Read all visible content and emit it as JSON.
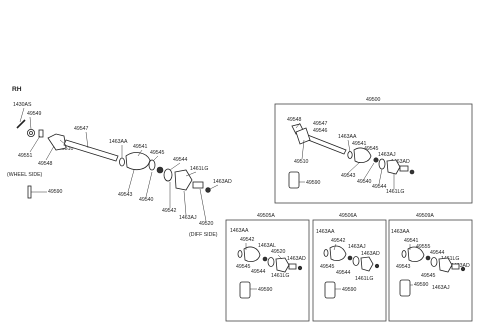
{
  "diagram": {
    "side_label": "RH",
    "main_labels": {
      "l1430as": "1430AS",
      "l49549": "49549",
      "l49551": "49551",
      "l49548": "49548",
      "l49510": "49510",
      "l49547": "49547",
      "l1463aa": "1463AA",
      "l49541": "49541",
      "l49545": "49545",
      "l49544": "49544",
      "l1461lg": "1461LG",
      "l1463ad": "1463AD",
      "l49543": "49543",
      "l49540": "49540",
      "l49542": "49542",
      "l1463aj": "1463AJ",
      "l49520": "49520",
      "l49590": "49590",
      "wheel_side": "(WHEEL SIDE)",
      "diff_side": "(DIFF SIDE)"
    },
    "box_a": {
      "title": "49500",
      "l49548": "49548",
      "l49547": "49547",
      "l49546": "49546",
      "l1463aa": "1463AA",
      "l49541": "49541",
      "l49545": "49545",
      "l1463aj": "1463AJ",
      "l1463ad": "1463AD",
      "l49510": "49510",
      "l49543": "49543",
      "l49540": "49540",
      "l49544": "49544",
      "l1461lg": "1461LG",
      "l49590": "49590"
    },
    "box_b": {
      "title": "49505A",
      "l1463aa": "1463AA",
      "l49542": "49542",
      "l1463al": "1463AL",
      "l49520": "49520",
      "l1463ad": "1463AD",
      "l49545": "49545",
      "l49544": "49544",
      "l1461lg": "1461LG",
      "l49590": "49590"
    },
    "box_c": {
      "title": "49506A",
      "l1463aa": "1463AA",
      "l49542": "49542",
      "l1463aj": "1463AJ",
      "l49545": "49545",
      "l1463ad": "1463AD",
      "l49544": "49544",
      "l1461lg": "1461LG",
      "l49590": "49590"
    },
    "box_d": {
      "title": "49509A",
      "l1463aa": "1463AA",
      "l49541": "49541",
      "l49555": "49555",
      "l49544": "49544",
      "l49543": "49543",
      "l1461lg": "1461LG",
      "l1463ad": "1463AD",
      "l49545": "49545",
      "l49590": "49590",
      "l1463aj": "1463AJ"
    }
  }
}
